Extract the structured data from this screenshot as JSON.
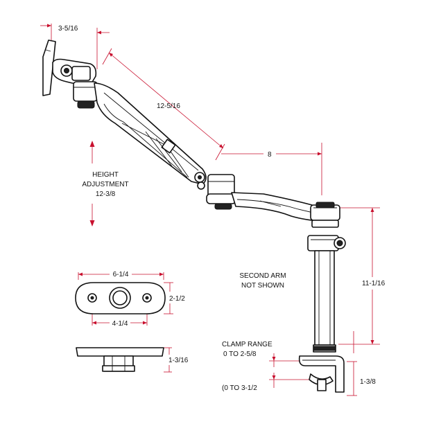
{
  "dimensions": {
    "monitor_offset": "3-5/16",
    "arm_length": "12-5/16",
    "lower_arm_length": "8",
    "pole_height": "11-1/16",
    "base_width_outer": "6-1/4",
    "base_width_inner": "4-1/4",
    "base_depth": "2-1/2",
    "base_height": "1-3/16",
    "clamp_height": "1-3/8"
  },
  "labels": {
    "height_adjustment_line1": "HEIGHT",
    "height_adjustment_line2": "ADJUSTMENT",
    "height_adjustment_value": "12-3/8",
    "second_arm_line1": "SECOND ARM",
    "second_arm_line2": "NOT SHOWN",
    "clamp_range_line1": "CLAMP RANGE",
    "clamp_range_line2": "0 TO 2-5/8",
    "clamp_range_alt": "(0 TO 3-1/2"
  },
  "colors": {
    "dimension_lines": "#c8102e",
    "outline": "#111111"
  }
}
